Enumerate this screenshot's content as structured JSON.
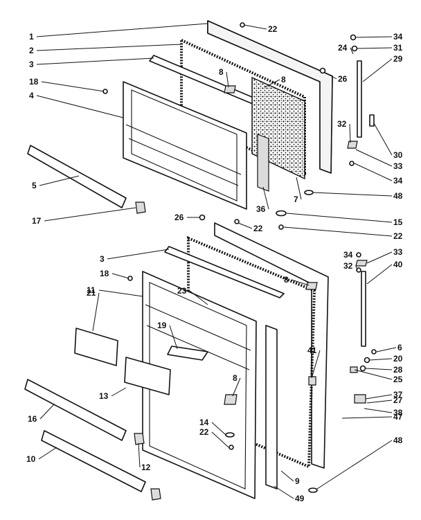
{
  "colors": {
    "line": "#111111",
    "background": "#ffffff"
  },
  "callouts": [
    {
      "id": "1",
      "label": "1"
    },
    {
      "id": "2",
      "label": "2"
    },
    {
      "id": "3a",
      "label": "3"
    },
    {
      "id": "18a",
      "label": "18"
    },
    {
      "id": "4",
      "label": "4"
    },
    {
      "id": "5",
      "label": "5"
    },
    {
      "id": "17",
      "label": "17"
    },
    {
      "id": "22a",
      "label": "22"
    },
    {
      "id": "8a",
      "label": "8"
    },
    {
      "id": "8b",
      "label": "8"
    },
    {
      "id": "26a",
      "label": "26"
    },
    {
      "id": "36",
      "label": "36"
    },
    {
      "id": "7",
      "label": "7"
    },
    {
      "id": "34a",
      "label": "34"
    },
    {
      "id": "31",
      "label": "31"
    },
    {
      "id": "24",
      "label": "24"
    },
    {
      "id": "29",
      "label": "29"
    },
    {
      "id": "32a",
      "label": "32"
    },
    {
      "id": "30",
      "label": "30"
    },
    {
      "id": "33a",
      "label": "33"
    },
    {
      "id": "34b",
      "label": "34"
    },
    {
      "id": "48a",
      "label": "48"
    },
    {
      "id": "26b",
      "label": "26"
    },
    {
      "id": "22b",
      "label": "22"
    },
    {
      "id": "15",
      "label": "15"
    },
    {
      "id": "22c",
      "label": "22"
    },
    {
      "id": "3b",
      "label": "3"
    },
    {
      "id": "18b",
      "label": "18"
    },
    {
      "id": "11",
      "label": "11"
    },
    {
      "id": "21",
      "label": "21"
    },
    {
      "id": "23",
      "label": "23"
    },
    {
      "id": "8c",
      "label": "8"
    },
    {
      "id": "34c",
      "label": "34"
    },
    {
      "id": "33b",
      "label": "33"
    },
    {
      "id": "32b",
      "label": "32"
    },
    {
      "id": "40",
      "label": "40"
    },
    {
      "id": "19",
      "label": "19"
    },
    {
      "id": "41",
      "label": "41"
    },
    {
      "id": "6",
      "label": "6"
    },
    {
      "id": "20",
      "label": "20"
    },
    {
      "id": "28",
      "label": "28"
    },
    {
      "id": "25",
      "label": "25"
    },
    {
      "id": "13",
      "label": "13"
    },
    {
      "id": "8d",
      "label": "8"
    },
    {
      "id": "37",
      "label": "37"
    },
    {
      "id": "27",
      "label": "27"
    },
    {
      "id": "38",
      "label": "38"
    },
    {
      "id": "16",
      "label": "16"
    },
    {
      "id": "47",
      "label": "47"
    },
    {
      "id": "14",
      "label": "14"
    },
    {
      "id": "22d",
      "label": "22"
    },
    {
      "id": "48b",
      "label": "48"
    },
    {
      "id": "10",
      "label": "10"
    },
    {
      "id": "12",
      "label": "12"
    },
    {
      "id": "9",
      "label": "9"
    },
    {
      "id": "49",
      "label": "49"
    }
  ]
}
